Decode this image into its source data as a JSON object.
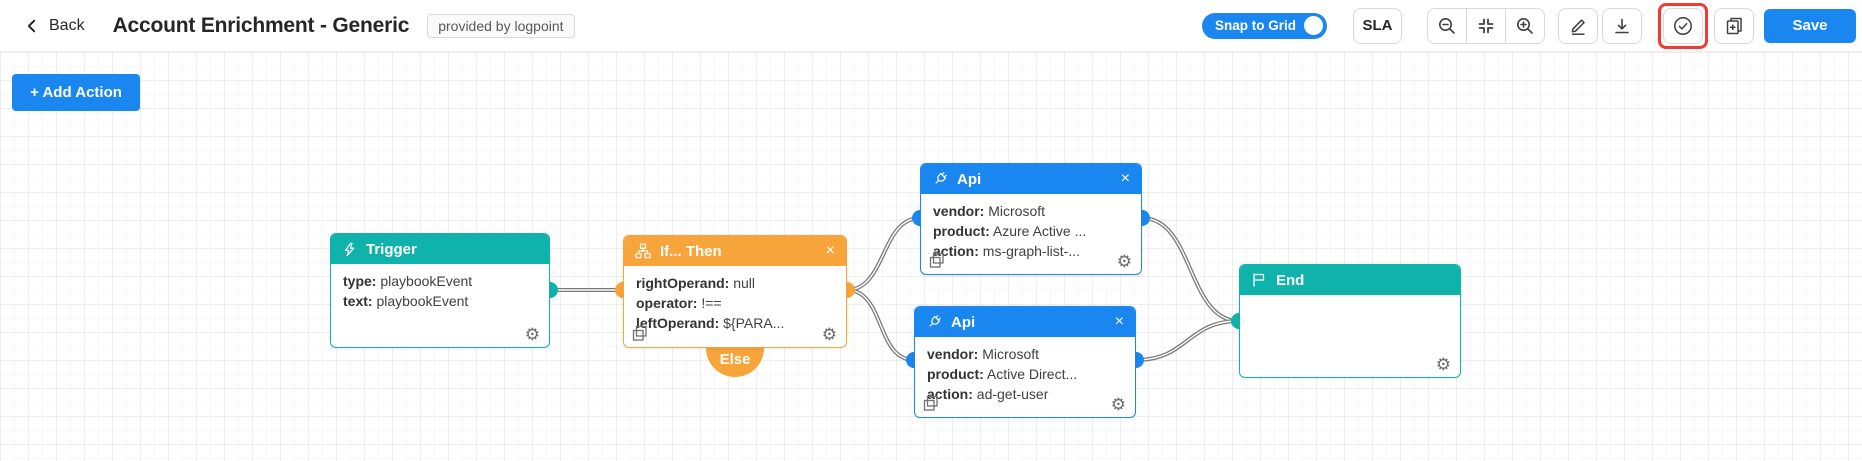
{
  "colors": {
    "teal": "#0fb3ab",
    "orange": "#f7a43b",
    "blue": "#1a87f0",
    "red": "#ee3b33"
  },
  "header": {
    "back_label": "Back",
    "title": "Account Enrichment - Generic",
    "badge": "provided by logpoint",
    "snap_toggle": {
      "label": "Snap to Grid",
      "state": "on"
    },
    "sla_label": "SLA",
    "save_label": "Save"
  },
  "glyphs": {
    "gear": "⚙",
    "close": "×"
  },
  "canvas": {
    "add_action_label": "+ Add Action",
    "nodes": {
      "trigger": {
        "title": "Trigger",
        "fields": [
          {
            "key": "type:",
            "value": "playbookEvent"
          },
          {
            "key": "text:",
            "value": "playbookEvent"
          }
        ]
      },
      "if_then": {
        "title": "If... Then",
        "else_label": "Else",
        "fields": [
          {
            "key": "rightOperand:",
            "value": "null"
          },
          {
            "key": "operator:",
            "value": "!=="
          },
          {
            "key": "leftOperand:",
            "value": "${PARA..."
          }
        ]
      },
      "api_azure": {
        "title": "Api",
        "fields": [
          {
            "key": "vendor:",
            "value": "Microsoft"
          },
          {
            "key": "product:",
            "value": "Azure Active ..."
          },
          {
            "key": "action:",
            "value": "ms-graph-list-..."
          }
        ]
      },
      "api_ad": {
        "title": "Api",
        "fields": [
          {
            "key": "vendor:",
            "value": "Microsoft"
          },
          {
            "key": "product:",
            "value": "Active Direct..."
          },
          {
            "key": "action:",
            "value": "ad-get-user"
          }
        ]
      },
      "end": {
        "title": "End"
      }
    }
  }
}
